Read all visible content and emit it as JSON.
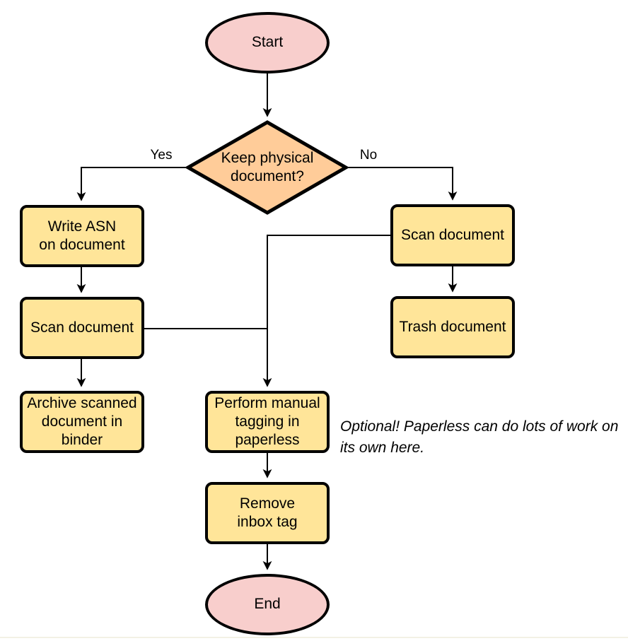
{
  "diagram": {
    "type": "flowchart",
    "nodes": {
      "start": {
        "label": "Start",
        "shape": "terminator"
      },
      "decision": {
        "label": "Keep physical\ndocument?",
        "shape": "decision"
      },
      "write_asn": {
        "label": "Write ASN\non document",
        "shape": "process"
      },
      "scan_left": {
        "label": "Scan document",
        "shape": "process"
      },
      "archive": {
        "label": "Archive scanned\ndocument in\nbinder",
        "shape": "process"
      },
      "scan_right": {
        "label": "Scan document",
        "shape": "process"
      },
      "trash": {
        "label": "Trash document",
        "shape": "process"
      },
      "tagging": {
        "label": "Perform manual\ntagging in\npaperless",
        "shape": "process"
      },
      "remove_inbox": {
        "label": "Remove\ninbox tag",
        "shape": "process"
      },
      "end": {
        "label": "End",
        "shape": "terminator"
      }
    },
    "edge_labels": {
      "yes": "Yes",
      "no": "No"
    },
    "annotation": "Optional! Paperless can do lots of work on\nits own here.",
    "colors": {
      "terminator_fill": "#f8cecc",
      "decision_fill": "#ffcc99",
      "process_fill": "#ffe599",
      "stroke": "#000000",
      "background": "#ffffff"
    }
  }
}
